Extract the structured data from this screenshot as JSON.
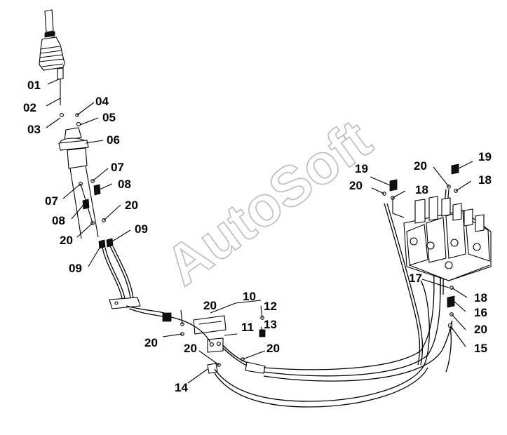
{
  "watermark": "AutoSoft",
  "labels": {
    "l01": "01",
    "l02": "02",
    "l03": "03",
    "l04": "04",
    "l05": "05",
    "l06": "06",
    "l07a": "07",
    "l07b": "07",
    "l08a": "08",
    "l08b": "08",
    "l09a": "09",
    "l09b": "09",
    "l10": "10",
    "l11": "11",
    "l12": "12",
    "l13": "13",
    "l14": "14",
    "l15": "15",
    "l16": "16",
    "l17": "17",
    "l18a": "18",
    "l18b": "18",
    "l18c": "18",
    "l19a": "19",
    "l19b": "19",
    "l20a": "20",
    "l20b": "20",
    "l20c": "20",
    "l20d": "20",
    "l20e": "20",
    "l20f": "20",
    "l20g": "20",
    "l20h": "20",
    "l20i": "20"
  }
}
